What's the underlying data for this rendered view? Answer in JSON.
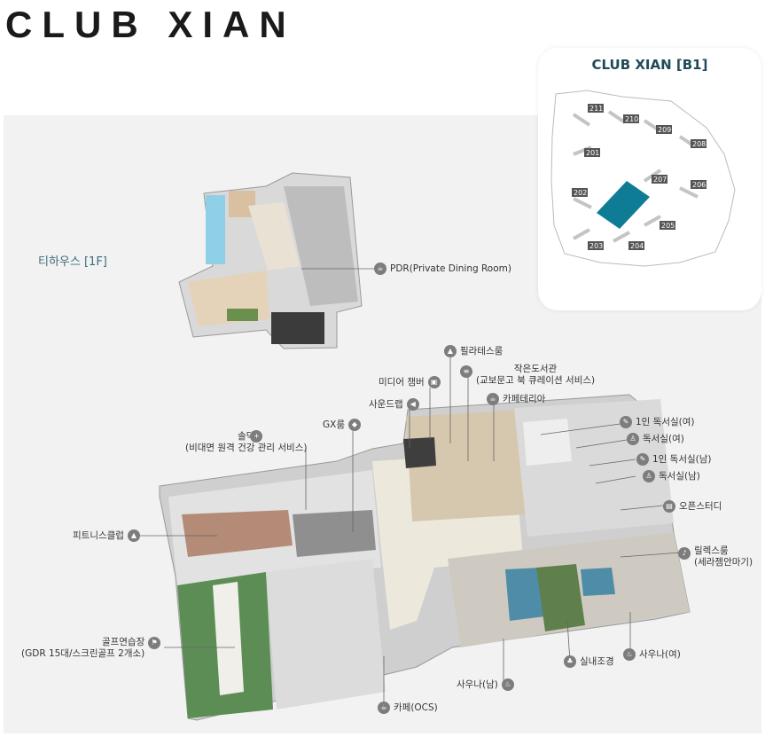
{
  "brand": "CLUB XIAN",
  "minimap": {
    "title": "CLUB XIAN [B1]",
    "units": [
      "211",
      "210",
      "209",
      "208",
      "201",
      "207",
      "206",
      "202",
      "205",
      "203",
      "204"
    ],
    "highlight_color": "#0f7c95"
  },
  "floor_label": "티하우스 [1F]",
  "callouts": {
    "pdr": "PDR(Private Dining Room)",
    "pilates": "필라테스룸",
    "media": "미디어 챔버",
    "library_1": "작은도서관",
    "library_2": "(교보문고 북 큐레이션 서비스)",
    "sound": "사운드랩",
    "cafeteria": "카페테리아",
    "gx": "GX룸",
    "solak_1": "솔닥",
    "solak_2": "(비대면 원격 건강 관리 서비스)",
    "read1_f": "1인 독서실(여)",
    "read_f": "독서실(여)",
    "read1_m": "1인 독서실(남)",
    "read_m": "독서실(남)",
    "open_study": "오픈스터디",
    "fitness": "피트니스클럽",
    "relax_1": "릴렉스룸",
    "relax_2": "(세라젬안마기)",
    "golf_1": "골프연습장",
    "golf_2": "(GDR 15대/스크린골프 2개소)",
    "sauna_f": "사우나(여)",
    "garden": "실내조경",
    "sauna_m": "사우나(남)",
    "cafe_ocs": "카페(OCS)"
  },
  "icons": {
    "pdr": "dining-icon",
    "pilates": "pilates-icon",
    "media": "media-icon",
    "library": "book-icon",
    "sound": "speaker-icon",
    "cafeteria": "cup-icon",
    "gx": "gx-icon",
    "solak": "health-icon",
    "read1_f": "pencil-icon",
    "read_f": "reader-icon",
    "read1_m": "pencil-icon",
    "read_m": "reader-icon",
    "open_study": "study-icon",
    "fitness": "fitness-icon",
    "relax": "massage-icon",
    "golf": "golf-icon",
    "sauna_f": "sauna-icon",
    "garden": "plant-icon",
    "sauna_m": "sauna-icon",
    "cafe_ocs": "coffee-icon"
  }
}
